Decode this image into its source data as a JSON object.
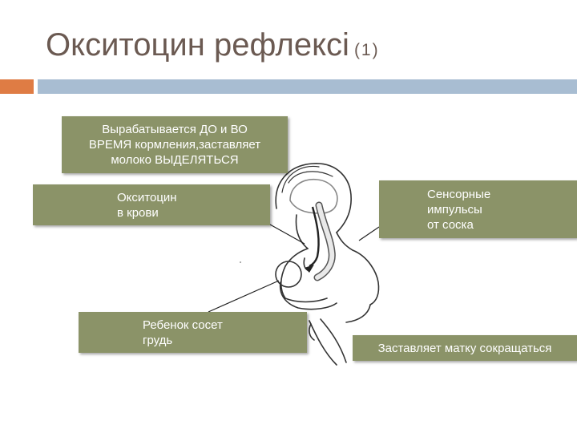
{
  "slide": {
    "title": "Окситоцин рефлексі",
    "title_suffix": "(1)"
  },
  "labels": {
    "produced": "Вырабатывается ДО и ВО\nВРЕМЯ кормления,заставляет\nмолоко ВЫДЕЛЯТЬСЯ",
    "oxytocin_blood": "Окситоцин\nв крови",
    "sensory": "Сенсорные\n  импульсы\nот соска",
    "baby_sucks": "Ребенок сосет\nгрудь",
    "uterus": "Заставляет матку сокращаться"
  },
  "colors": {
    "title": "#6b5a52",
    "label_bg": "#8b9368",
    "accent_orange": "#df7c44",
    "accent_blue": "#a8bdd2"
  }
}
